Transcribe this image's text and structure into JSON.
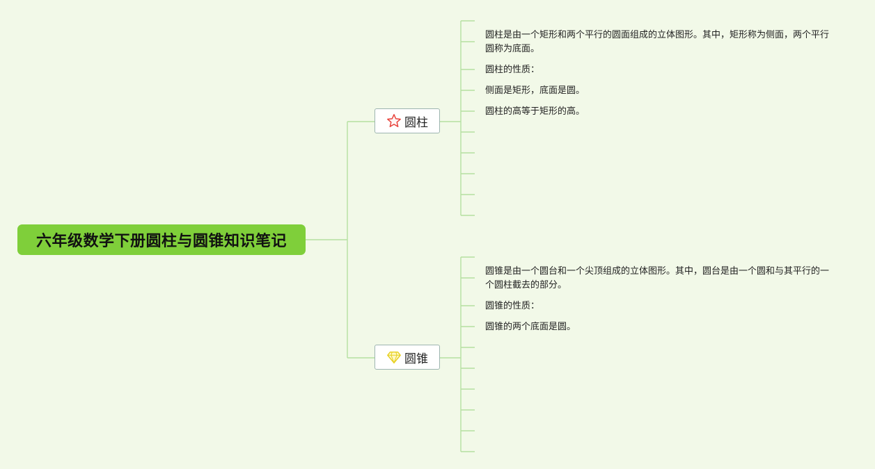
{
  "root": {
    "title": "六年级数学下册圆柱与圆锥知识笔记"
  },
  "branches": [
    {
      "label": "圆柱",
      "icon": "star-icon",
      "notes": [
        "圆柱是由一个矩形和两个平行的圆面组成的立体图形。其中，矩形称为侧面，两个平行圆称为底面。",
        "圆柱的性质：",
        "侧面是矩形，底面是圆。",
        "圆柱的高等于矩形的高。"
      ]
    },
    {
      "label": "圆锥",
      "icon": "diamond-icon",
      "notes": [
        "圆锥是由一个圆台和一个尖顶组成的立体图形。其中，圆台是由一个圆和与其平行的一个圆柱截去的部分。",
        "圆锥的性质：",
        "圆锥的两个底面是圆。"
      ]
    }
  ],
  "colors": {
    "background": "#f2f9e8",
    "root_fill": "#7fcf3a",
    "connector": "#b5e0a0",
    "branch_border": "#9db5b0",
    "star": "#e8413a",
    "diamond": "#f0dc2e"
  }
}
